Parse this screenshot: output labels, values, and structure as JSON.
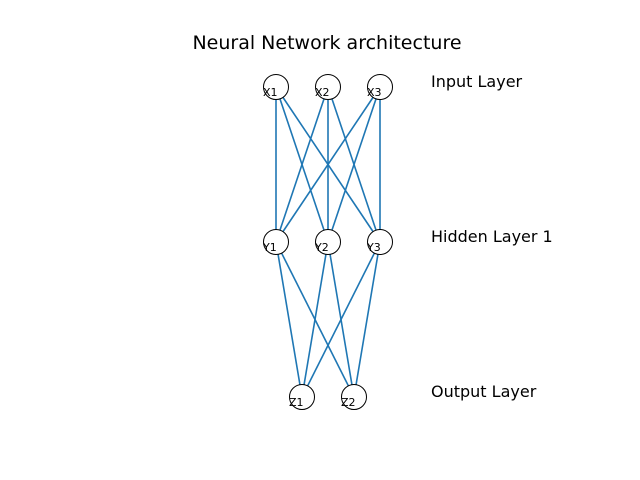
{
  "title": "Neural Network architecture",
  "colors": {
    "edge": "#1f77b4",
    "node_fill": "#ffffff",
    "node_stroke": "#000000",
    "background": "#ffffff"
  },
  "layers": [
    {
      "label": "Input Layer",
      "nodes": [
        "X1",
        "X2",
        "X3"
      ]
    },
    {
      "label": "Hidden Layer 1",
      "nodes": [
        "Y1",
        "Y2",
        "Y3"
      ]
    },
    {
      "label": "Output Layer",
      "nodes": [
        "Z1",
        "Z2"
      ]
    }
  ],
  "connections": "fully-connected between adjacent layers"
}
